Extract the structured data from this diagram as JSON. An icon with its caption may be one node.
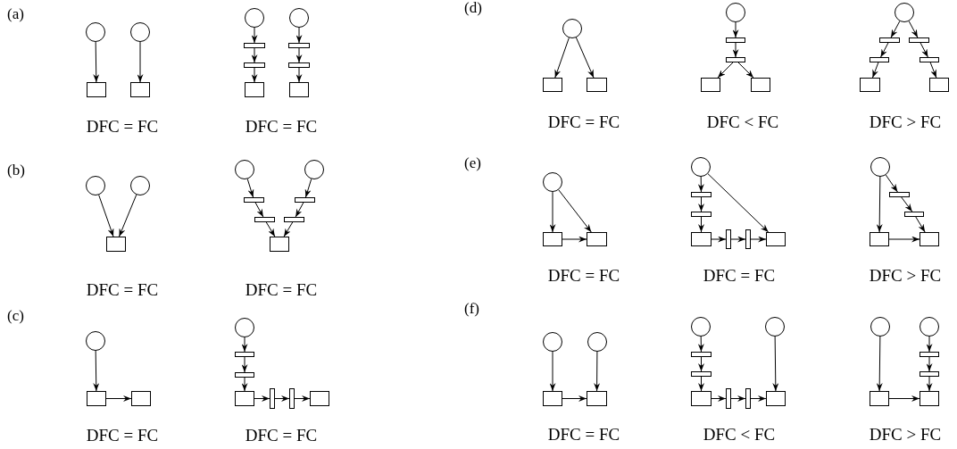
{
  "diagram": {
    "nodes": [
      {
        "text": [],
        "shape": "circle"
      },
      {
        "text": [],
        "shape": "circle"
      },
      {
        "text": [],
        "shape": "box"
      },
      {
        "text": [],
        "shape": "box"
      },
      {
        "text": [],
        "shape": "circle"
      },
      {
        "text": [],
        "shape": "circle"
      },
      {
        "text": [],
        "shape": "bar"
      },
      {
        "text": [],
        "shape": "bar"
      },
      {
        "text": [],
        "shape": "bar"
      },
      {
        "text": [],
        "shape": "bar"
      },
      {
        "text": [],
        "shape": "box"
      },
      {
        "text": [],
        "shape": "box"
      },
      {
        "text": [],
        "shape": "circle"
      },
      {
        "text": [],
        "shape": "circle"
      },
      {
        "text": [],
        "shape": "box"
      },
      {
        "text": [],
        "shape": "circle"
      },
      {
        "text": [],
        "shape": "circle"
      },
      {
        "text": [],
        "shape": "bar"
      },
      {
        "text": [],
        "shape": "bar"
      },
      {
        "text": [],
        "shape": "bar"
      },
      {
        "text": [],
        "shape": "bar"
      },
      {
        "text": [],
        "shape": "box"
      },
      {
        "text": [],
        "shape": "circle"
      },
      {
        "text": [],
        "shape": "box"
      },
      {
        "text": [],
        "shape": "box"
      },
      {
        "text": [],
        "shape": "circle"
      },
      {
        "text": [],
        "shape": "bar"
      },
      {
        "text": [],
        "shape": "bar"
      },
      {
        "text": [],
        "shape": "box"
      },
      {
        "text": [],
        "shape": "bar"
      },
      {
        "text": [],
        "shape": "bar"
      },
      {
        "text": [],
        "shape": "box"
      },
      {
        "text": [],
        "shape": "circle"
      },
      {
        "text": [],
        "shape": "box"
      },
      {
        "text": [],
        "shape": "box"
      },
      {
        "text": [],
        "shape": "circle"
      },
      {
        "text": [],
        "shape": "bar"
      },
      {
        "text": [],
        "shape": "bar"
      },
      {
        "text": [],
        "shape": "box"
      },
      {
        "text": [],
        "shape": "box"
      },
      {
        "text": [],
        "shape": "circle"
      },
      {
        "text": [],
        "shape": "bar"
      },
      {
        "text": [],
        "shape": "bar"
      },
      {
        "text": [],
        "shape": "bar"
      },
      {
        "text": [],
        "shape": "bar"
      },
      {
        "text": [],
        "shape": "box"
      },
      {
        "text": [],
        "shape": "box"
      },
      {
        "text": [],
        "shape": "circle"
      },
      {
        "text": [],
        "shape": "box"
      },
      {
        "text": [],
        "shape": "box"
      },
      {
        "text": [],
        "shape": "circle"
      },
      {
        "text": [],
        "shape": "bar"
      },
      {
        "text": [],
        "shape": "bar"
      },
      {
        "text": [],
        "shape": "box"
      },
      {
        "text": [],
        "shape": "bar"
      },
      {
        "text": [],
        "shape": "bar"
      },
      {
        "text": [],
        "shape": "box"
      },
      {
        "text": [],
        "shape": "circle"
      },
      {
        "text": [],
        "shape": "bar"
      },
      {
        "text": [],
        "shape": "bar"
      },
      {
        "text": [],
        "shape": "box"
      },
      {
        "text": [],
        "shape": "box"
      },
      {
        "text": [],
        "shape": "circle"
      },
      {
        "text": [],
        "shape": "circle"
      },
      {
        "text": [],
        "shape": "box"
      },
      {
        "text": [],
        "shape": "box"
      },
      {
        "text": [],
        "shape": "circle"
      },
      {
        "text": [],
        "shape": "circle"
      },
      {
        "text": [],
        "shape": "bar"
      },
      {
        "text": [],
        "shape": "bar"
      },
      {
        "text": [],
        "shape": "box"
      },
      {
        "text": [],
        "shape": "bar"
      },
      {
        "text": [],
        "shape": "bar"
      },
      {
        "text": [],
        "shape": "box"
      },
      {
        "text": [],
        "shape": "circle"
      },
      {
        "text": [],
        "shape": "circle"
      },
      {
        "text": [],
        "shape": "bar"
      },
      {
        "text": [],
        "shape": "bar"
      },
      {
        "text": [],
        "shape": "box"
      },
      {
        "text": [],
        "shape": "box"
      }
    ],
    "edges": [
      {
        "from": 0,
        "to": 2,
        "arrow": "to"
      },
      {
        "from": 1,
        "to": 3,
        "arrow": "to"
      },
      {
        "from": 4,
        "to": 6,
        "arrow": "to"
      },
      {
        "from": 6,
        "to": 8,
        "arrow": "to"
      },
      {
        "from": 8,
        "to": 10,
        "arrow": "to"
      },
      {
        "from": 5,
        "to": 7,
        "arrow": "to"
      },
      {
        "from": 7,
        "to": 9,
        "arrow": "to"
      },
      {
        "from": 9,
        "to": 11,
        "arrow": "to"
      },
      {
        "from": 12,
        "to": 14,
        "arrow": "to"
      },
      {
        "from": 13,
        "to": 14,
        "arrow": "to"
      },
      {
        "from": 15,
        "to": 17,
        "arrow": "to"
      },
      {
        "from": 17,
        "to": 19,
        "arrow": "to"
      },
      {
        "from": 19,
        "to": 21,
        "arrow": "to"
      },
      {
        "from": 16,
        "to": 18,
        "arrow": "to"
      },
      {
        "from": 18,
        "to": 20,
        "arrow": "to"
      },
      {
        "from": 20,
        "to": 21,
        "arrow": "to"
      },
      {
        "from": 22,
        "to": 23,
        "arrow": "to"
      },
      {
        "from": 23,
        "to": 24,
        "arrow": "to"
      },
      {
        "from": 25,
        "to": 26,
        "arrow": "to"
      },
      {
        "from": 26,
        "to": 27,
        "arrow": "to"
      },
      {
        "from": 27,
        "to": 28,
        "arrow": "to"
      },
      {
        "from": 28,
        "to": 29,
        "arrow": "to"
      },
      {
        "from": 29,
        "to": 30,
        "arrow": "to"
      },
      {
        "from": 30,
        "to": 31,
        "arrow": "to"
      },
      {
        "from": 32,
        "to": 33,
        "arrow": "to"
      },
      {
        "from": 32,
        "to": 34,
        "arrow": "to"
      },
      {
        "from": 35,
        "to": 36,
        "arrow": "to"
      },
      {
        "from": 36,
        "to": 37,
        "arrow": "to"
      },
      {
        "from": 37,
        "to": 38,
        "arrow": "to"
      },
      {
        "from": 37,
        "to": 39,
        "arrow": "to"
      },
      {
        "from": 40,
        "to": 41,
        "arrow": "to"
      },
      {
        "from": 41,
        "to": 43,
        "arrow": "to"
      },
      {
        "from": 43,
        "to": 45,
        "arrow": "to"
      },
      {
        "from": 40,
        "to": 42,
        "arrow": "to"
      },
      {
        "from": 42,
        "to": 44,
        "arrow": "to"
      },
      {
        "from": 44,
        "to": 46,
        "arrow": "to"
      },
      {
        "from": 47,
        "to": 48,
        "arrow": "to"
      },
      {
        "from": 47,
        "to": 49,
        "arrow": "to"
      },
      {
        "from": 48,
        "to": 49,
        "arrow": "to"
      },
      {
        "from": 50,
        "to": 51,
        "arrow": "to"
      },
      {
        "from": 51,
        "to": 52,
        "arrow": "to"
      },
      {
        "from": 52,
        "to": 53,
        "arrow": "to"
      },
      {
        "from": 53,
        "to": 54,
        "arrow": "to"
      },
      {
        "from": 54,
        "to": 55,
        "arrow": "to"
      },
      {
        "from": 55,
        "to": 56,
        "arrow": "to"
      },
      {
        "from": 50,
        "to": 56,
        "arrow": "to"
      },
      {
        "from": 57,
        "to": 60,
        "arrow": "to"
      },
      {
        "from": 57,
        "to": 58,
        "arrow": "to"
      },
      {
        "from": 58,
        "to": 59,
        "arrow": "to"
      },
      {
        "from": 59,
        "to": 61,
        "arrow": "to"
      },
      {
        "from": 60,
        "to": 61,
        "arrow": "to"
      },
      {
        "from": 62,
        "to": 64,
        "arrow": "to"
      },
      {
        "from": 63,
        "to": 65,
        "arrow": "to"
      },
      {
        "from": 64,
        "to": 65,
        "arrow": "to"
      },
      {
        "from": 66,
        "to": 68,
        "arrow": "to"
      },
      {
        "from": 68,
        "to": 69,
        "arrow": "to"
      },
      {
        "from": 69,
        "to": 70,
        "arrow": "to"
      },
      {
        "from": 70,
        "to": 71,
        "arrow": "to"
      },
      {
        "from": 71,
        "to": 72,
        "arrow": "to"
      },
      {
        "from": 72,
        "to": 73,
        "arrow": "to"
      },
      {
        "from": 67,
        "to": 73,
        "arrow": "to"
      },
      {
        "from": 74,
        "to": 78,
        "arrow": "to"
      },
      {
        "from": 75,
        "to": 76,
        "arrow": "to"
      },
      {
        "from": 76,
        "to": 77,
        "arrow": "to"
      },
      {
        "from": 77,
        "to": 79,
        "arrow": "to"
      },
      {
        "from": 78,
        "to": 79,
        "arrow": "to"
      }
    ],
    "labels": [
      "(a)",
      "DFC = FC",
      "DFC = FC",
      "(b)",
      "DFC = FC",
      "DFC = FC",
      "(c)",
      "DFC = FC",
      "DFC = FC",
      "(d)",
      "DFC = FC",
      "DFC < FC",
      "DFC > FC",
      "(e)",
      "DFC = FC",
      "DFC = FC",
      "DFC > FC",
      "(f)",
      "DFC = FC",
      "DFC < FC",
      "DFC > FC"
    ]
  }
}
